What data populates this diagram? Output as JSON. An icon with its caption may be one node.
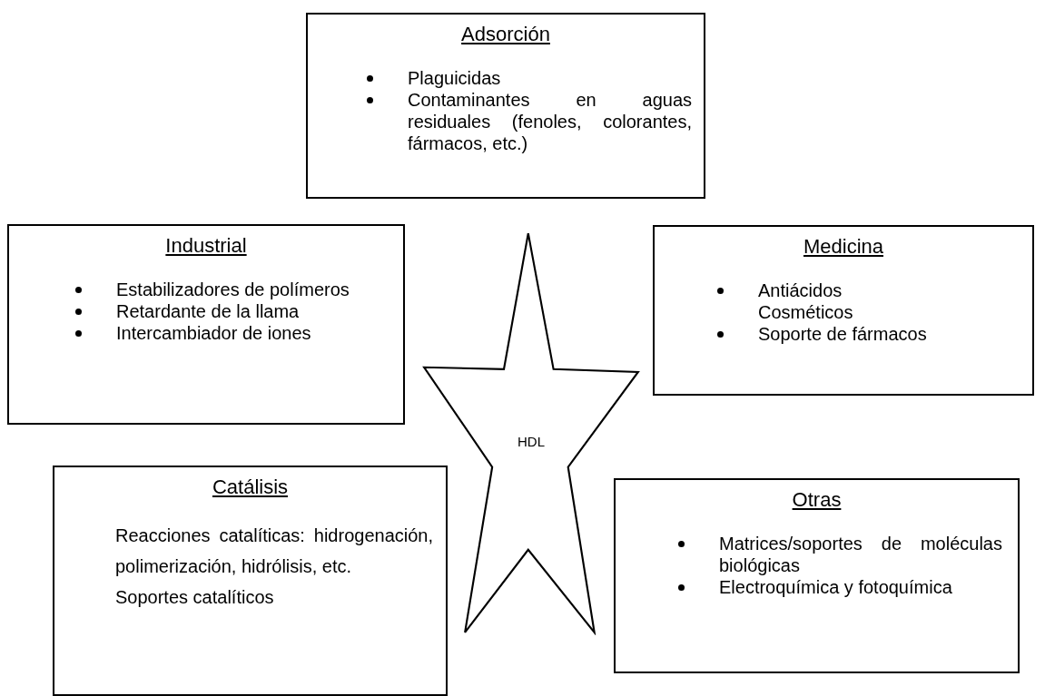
{
  "diagram": {
    "nodes": [
      {
        "text": [
          "Adsorción",
          "Plaguicidas",
          "Contaminantes en aguas residuales (fenoles, colorantes, fármacos, etc.)"
        ]
      },
      {
        "text": [
          "Industrial",
          "Estabilizadores de polímeros",
          "Retardante de la llama",
          "Intercambiador de iones"
        ]
      },
      {
        "text": [
          "HDL"
        ]
      },
      {
        "text": [
          "Medicina",
          "Antiácidos Cosméticos",
          "Soporte de fármacos"
        ]
      },
      {
        "text": [
          "Catálisis",
          "Reacciones catalíticas: hidrogenación, polimerización, hidrólisis, etc.",
          "Soportes catalíticos"
        ]
      },
      {
        "text": [
          "Otras",
          "Matrices/soportes de moléculas biológicas",
          "Electroquímica y fotoquímica"
        ]
      }
    ]
  }
}
